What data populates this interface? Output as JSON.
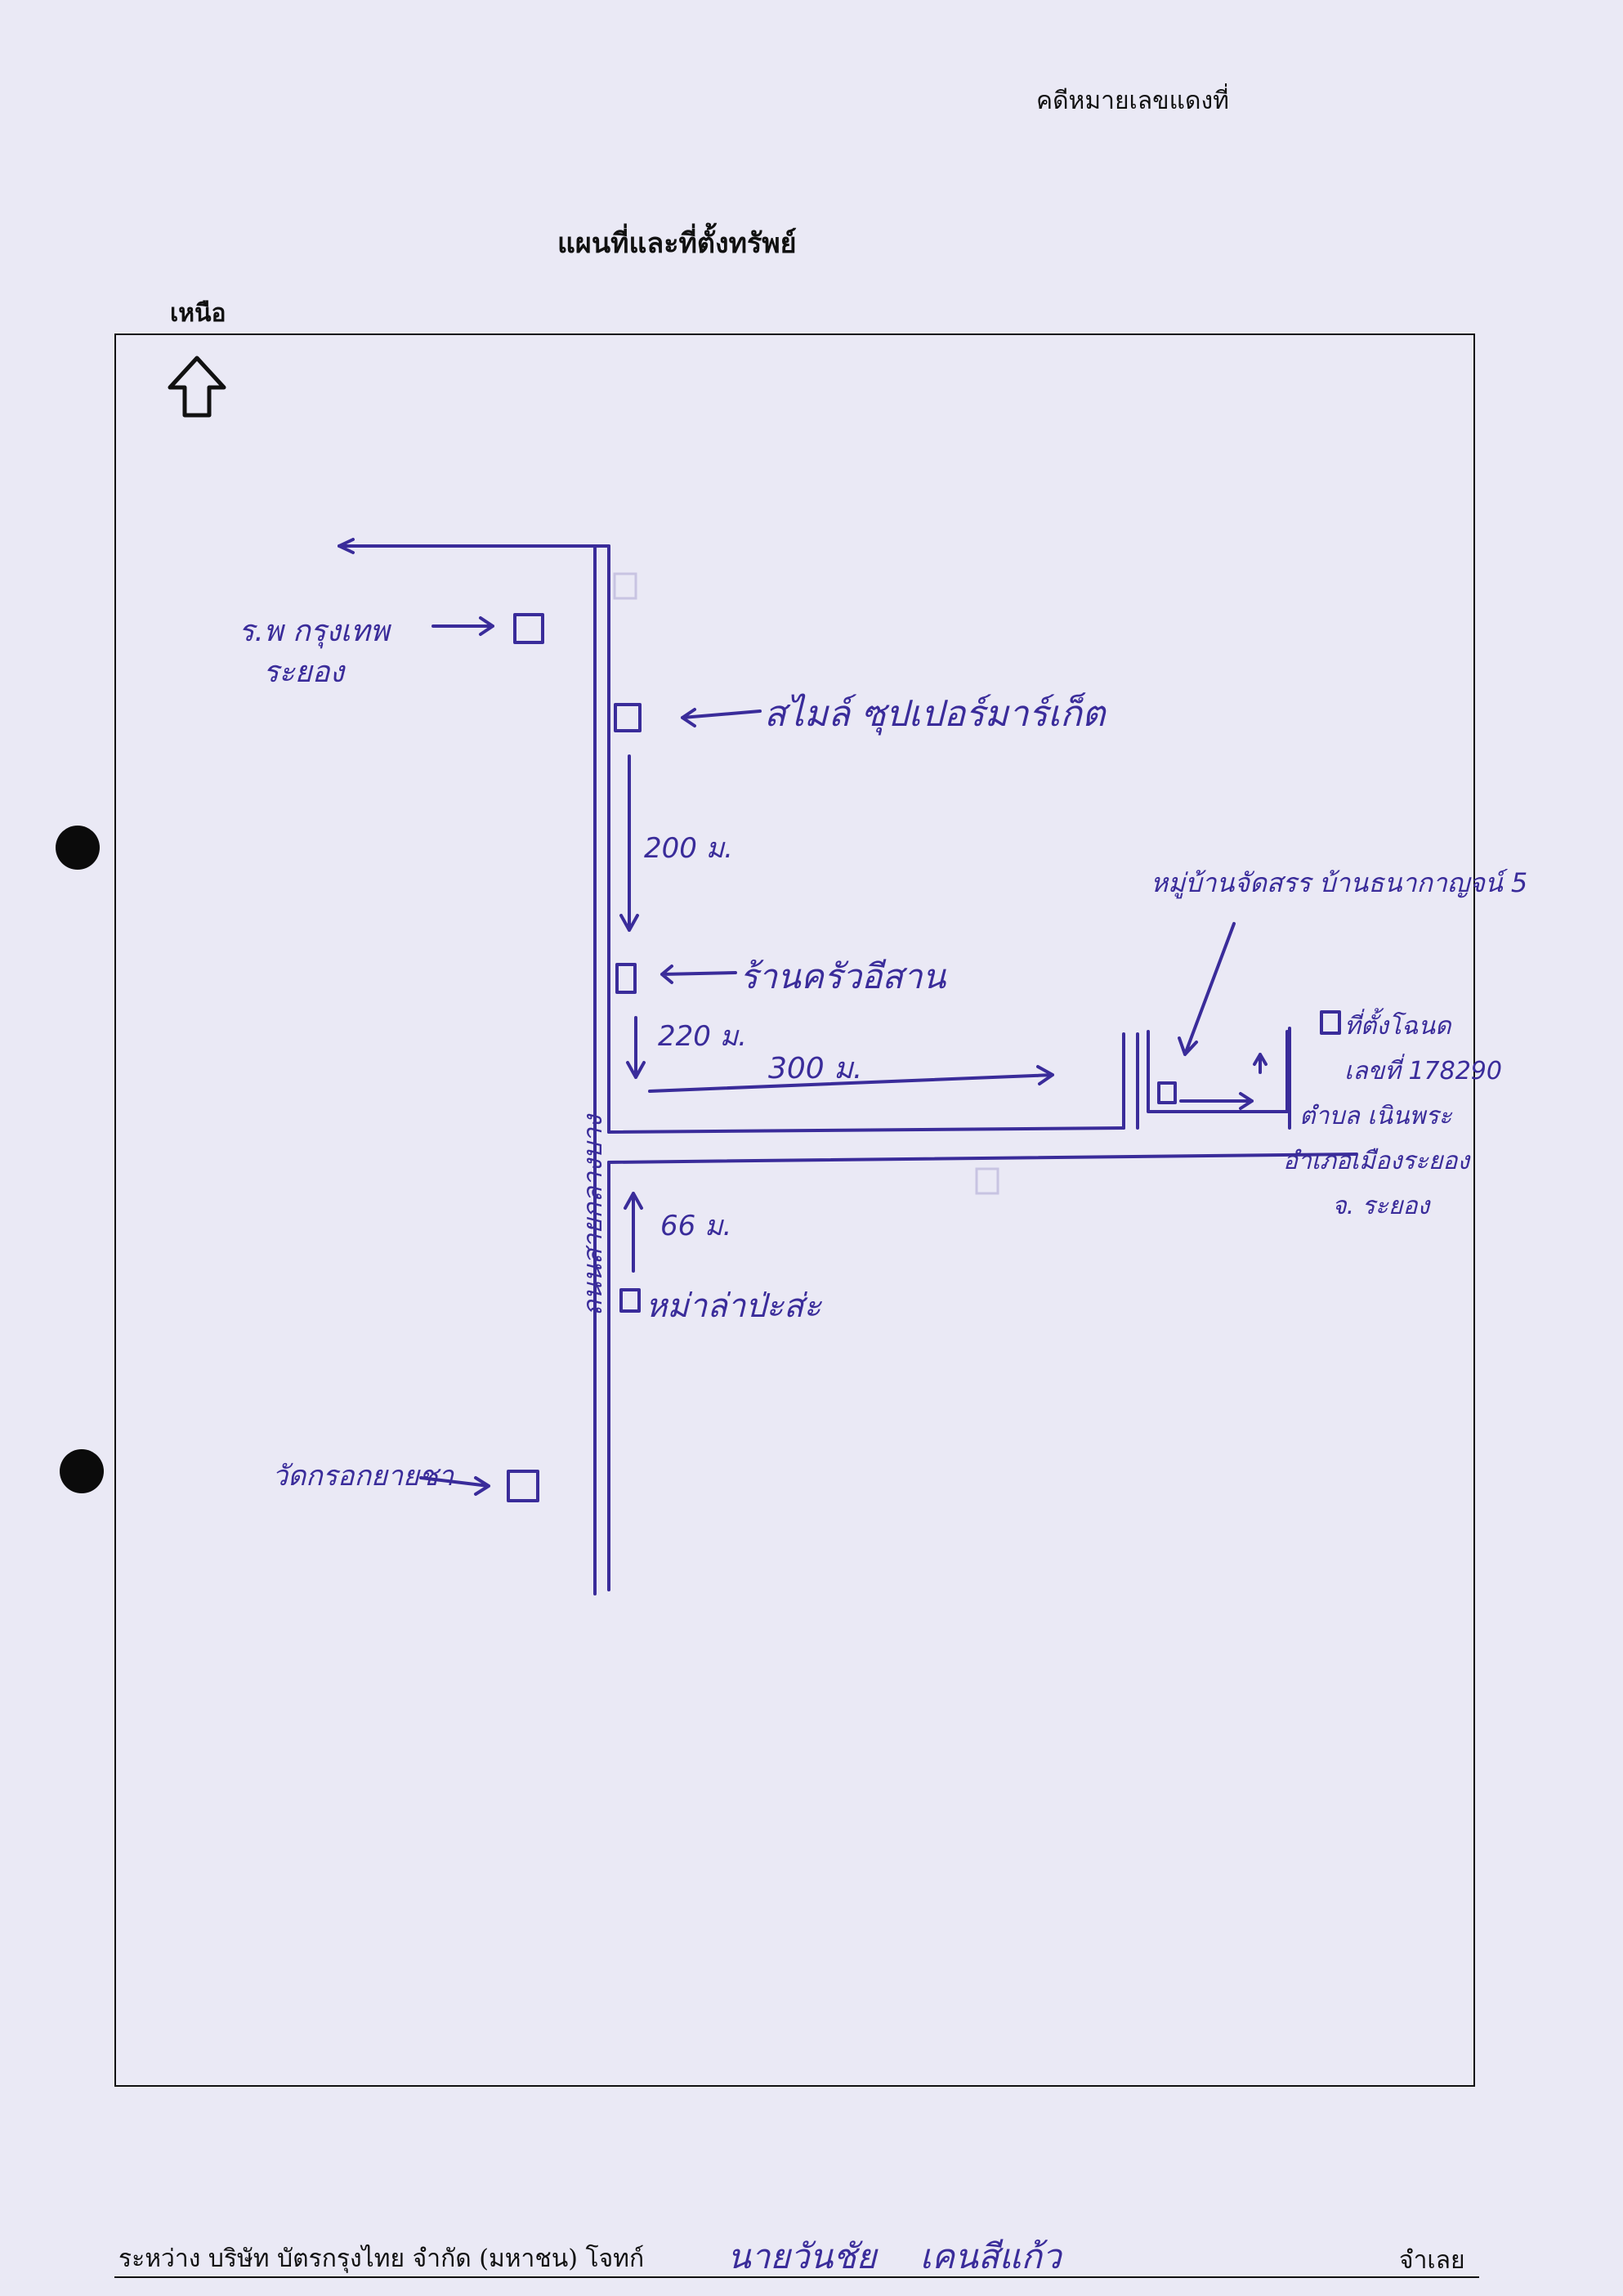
{
  "header": {
    "case_number_label": "คดีหมายเลขแดงที่",
    "title": "แผนที่และที่ตั้งทรัพย์",
    "north_label": "เหนือ"
  },
  "map": {
    "hospital_label_line1": "ร.พ กรุงเทพ",
    "hospital_label_line2": "ระยอง",
    "supermarket_label": "สไมล์ ซุปเปอร์มาร์เก็ต",
    "distance_200": "200 ม.",
    "restaurant_label": "ร้านครัวอีสาน",
    "distance_220": "220 ม.",
    "distance_300": "300 ม.",
    "village_label": "หมู่บ้านจัดสรร บ้านธนากาญจน์ 5",
    "property_line1": "ที่ตั้งโฉนด",
    "property_line2": "เลขที่ 178290",
    "property_line3": "ตำบล เนินพระ",
    "property_line4": "อำเภอเมืองระยอง",
    "property_line5": "จ. ระยอง",
    "distance_66": "66 ม.",
    "mala_label": "หม่าล่าป่ะส่ะ",
    "road_label": "ถนนสายกลางบาง",
    "temple_label": "วัดกรอกยายชา"
  },
  "footer": {
    "text": "ระหว่าง บริษัท บัตรกรุงไทย จำกัด (มหาชน) โจทก์",
    "defendant_name_signature": "นายวันชัย เคนสีแก้ว",
    "defendant_label": "จำเลย"
  },
  "colors": {
    "paper": "#eae9f5",
    "ink": "#3a2c9a",
    "print": "#111111"
  }
}
